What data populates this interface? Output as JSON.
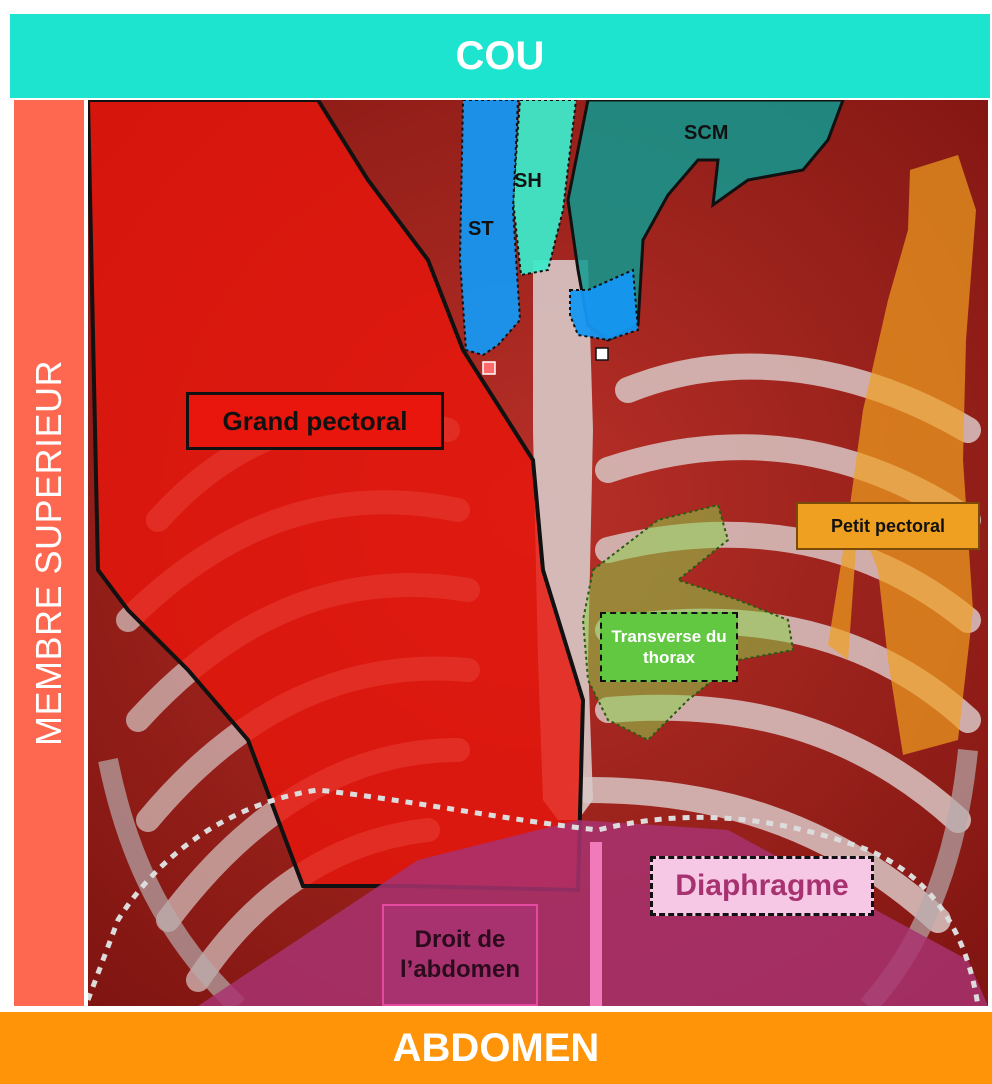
{
  "regions": {
    "top": "COU",
    "bottom": "ABDOMEN",
    "left": "MEMBRE SUPERIEUR"
  },
  "muscles": {
    "grand_pectoral": "Grand pectoral",
    "petit_pectoral": "Petit pectoral",
    "transverse_thorax": "Transverse du thorax",
    "diaphragme": "Diaphragme",
    "droit_abdomen": "Droit de l’abdomen",
    "st": "ST",
    "sh": "SH",
    "scm": "SCM"
  },
  "colors": {
    "cou": "#1de4cf",
    "abdomen": "#ff9408",
    "membre_superieur": "#fe6850",
    "grand_pectoral": "#e8160c",
    "petit_pectoral": "#f0a020",
    "transverse_thorax": "#62c842",
    "diaphragme": "#f6c8e6",
    "droit_abdomen": "#a83270",
    "sternothyroid": "#1596f2",
    "sternohyoid": "#3ee8c8",
    "scm": "#0e9a90"
  }
}
